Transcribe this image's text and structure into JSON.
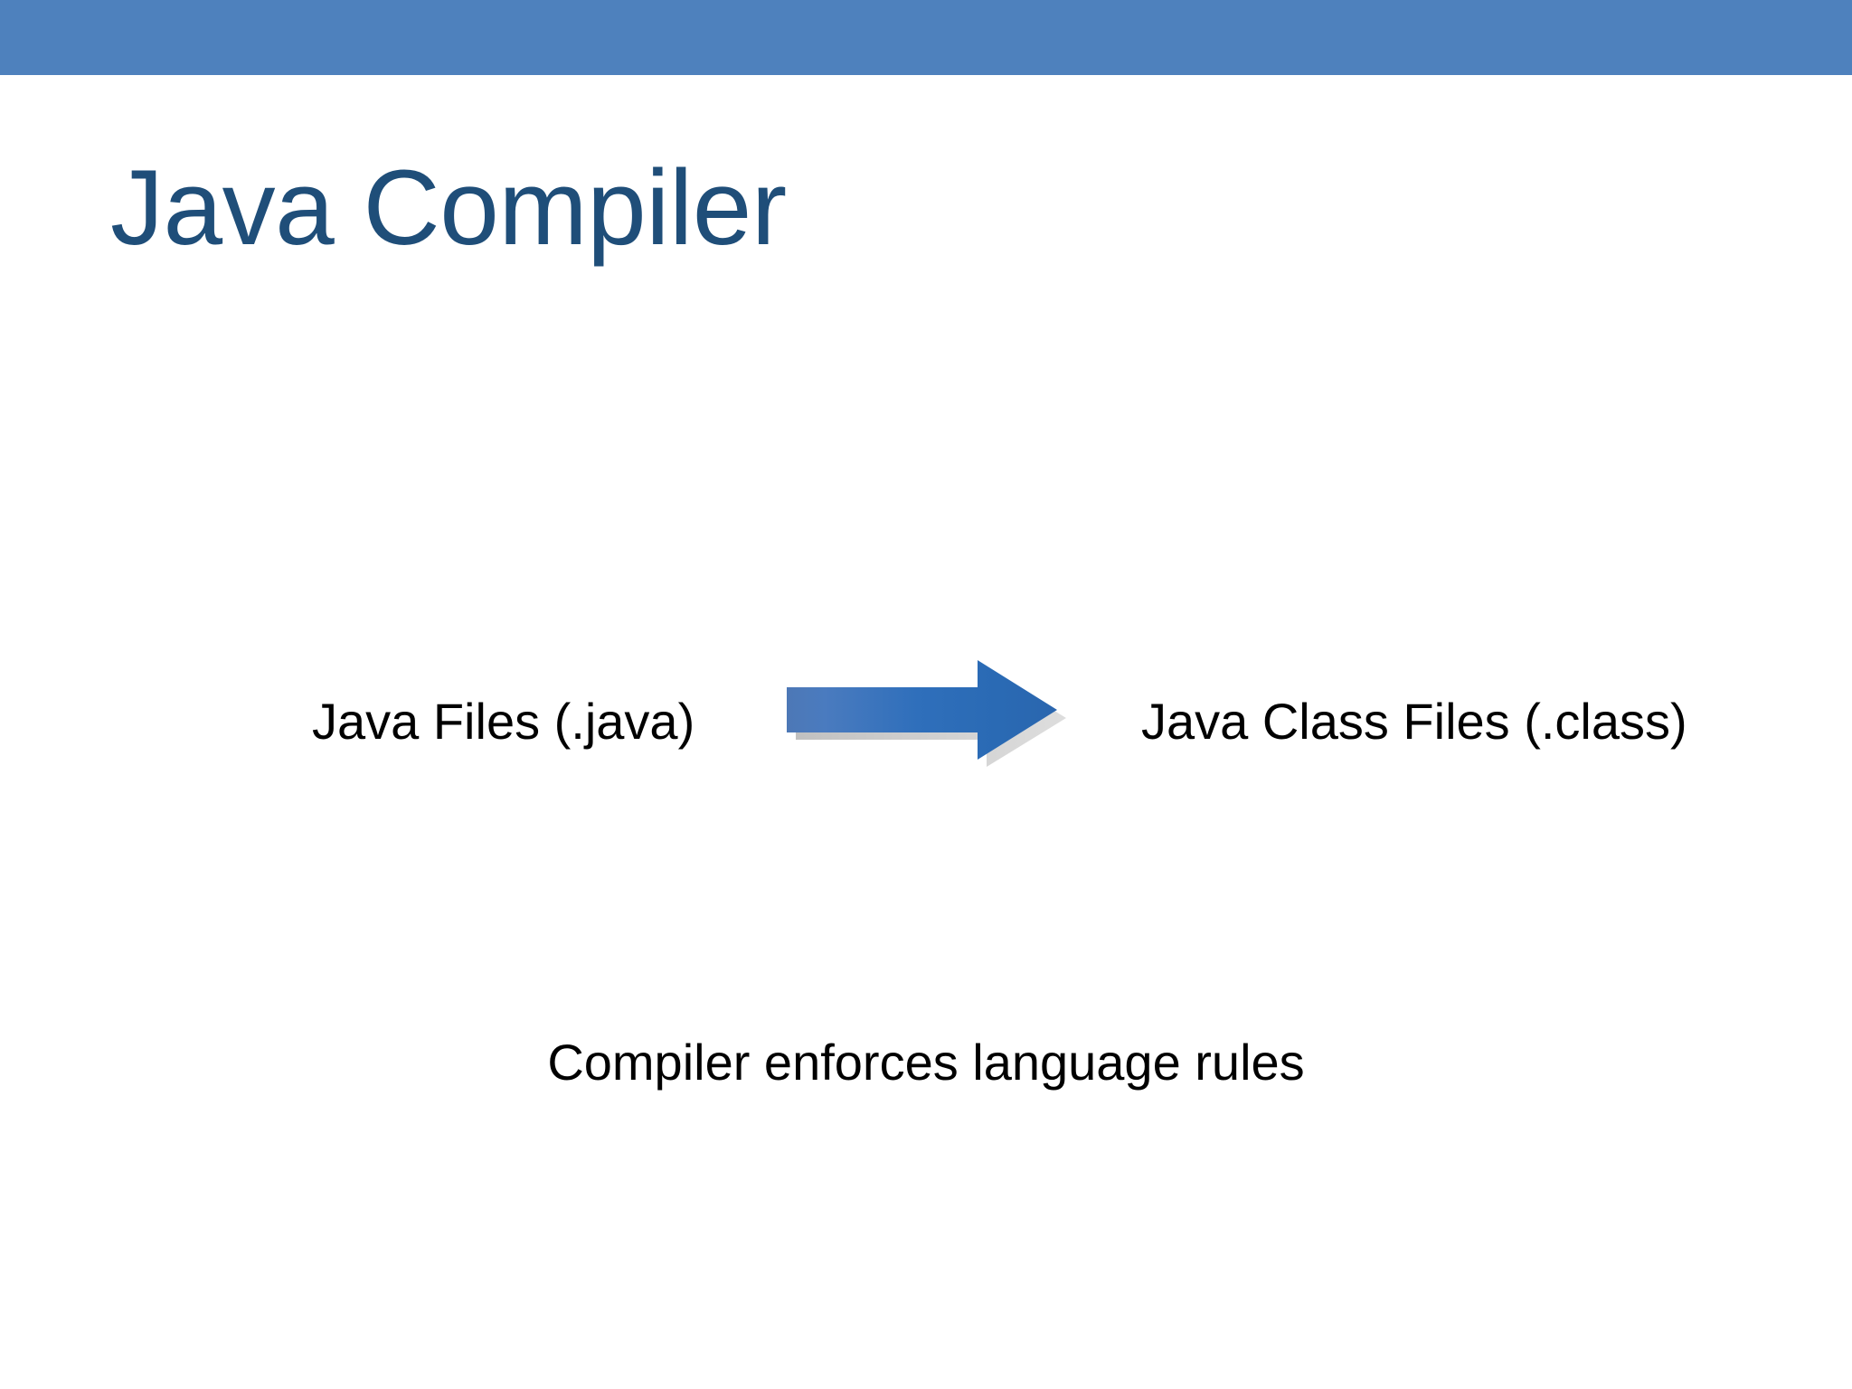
{
  "slide": {
    "title": "Java Compiler",
    "background_color": "#ffffff",
    "banner_color": "#4e81bd",
    "title_color": "#1f4e79",
    "body_text_color": "#000000"
  },
  "diagram": {
    "source_label": "Java Files (.java)",
    "arrow_icon": "right-block-arrow-icon",
    "output_label": "Java Class Files (.class)",
    "arrow_gradient_start": "#4a7bbf",
    "arrow_gradient_end": "#2a66ae",
    "arrow_shadow_color": "#9a9a9a"
  },
  "caption": {
    "text": "Compiler enforces language rules"
  }
}
